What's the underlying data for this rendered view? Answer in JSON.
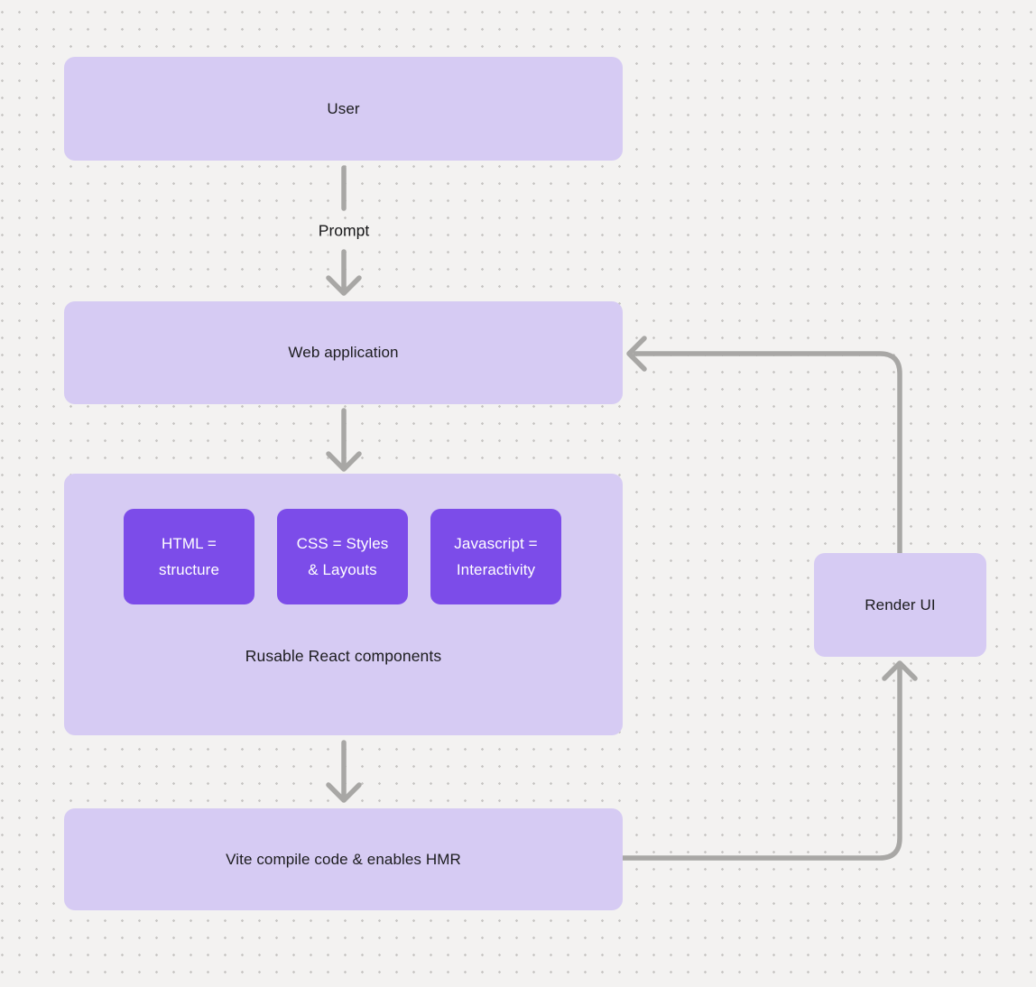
{
  "diagram": {
    "nodes": {
      "user": {
        "label": "User"
      },
      "web_application": {
        "label": "Web application"
      },
      "components_group": {
        "caption": "Rusable React components",
        "children": [
          {
            "label": "HTML = structure"
          },
          {
            "label": "CSS = Styles & Layouts"
          },
          {
            "label": "Javascript = Interactivity"
          }
        ]
      },
      "vite": {
        "label": "Vite compile code & enables HMR"
      },
      "render_ui": {
        "label": "Render UI"
      }
    },
    "edges": {
      "user_to_webapp": {
        "label": "Prompt"
      },
      "webapp_to_components": {
        "label": ""
      },
      "components_to_vite": {
        "label": ""
      },
      "vite_to_renderui": {
        "label": ""
      },
      "renderui_to_webapp": {
        "label": ""
      }
    },
    "colors": {
      "background": "#f3f2f1",
      "grid_dot": "#c8c6c4",
      "node_fill": "#d6cbf3",
      "chip_fill": "#7c4ce9",
      "connector": "#a8a7a5",
      "text_dark": "#1c1c1e",
      "text_light": "#ffffff"
    }
  }
}
